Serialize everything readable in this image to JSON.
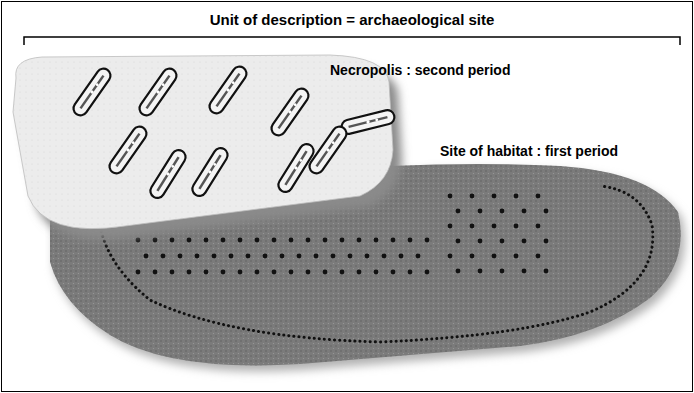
{
  "diagram": {
    "nodes": [
      {
        "text": [
          "Necropolis : second period"
        ]
      },
      {
        "text": [
          "Site of habitat : first period"
        ]
      }
    ],
    "labels": [
      "Unit of description = archaeological site"
    ]
  }
}
